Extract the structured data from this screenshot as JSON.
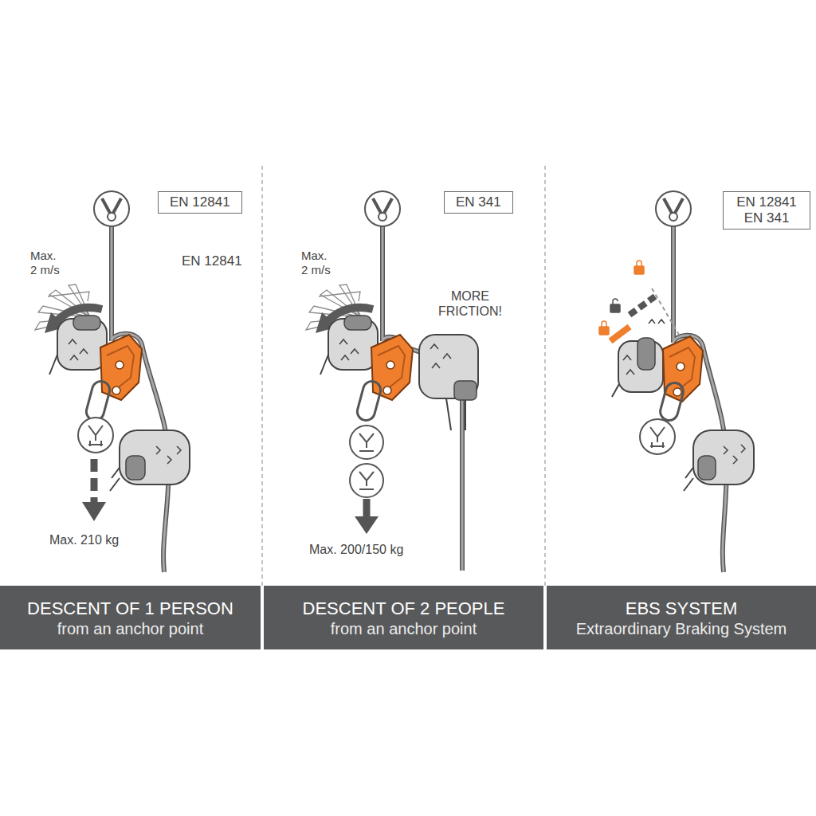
{
  "diagram": {
    "nodes": [
      {
        "text": [
          "EN 12841"
        ]
      },
      {
        "text": [
          "EN 341"
        ]
      },
      {
        "text": [
          "EN 12841 EN 341"
        ]
      },
      {
        "text": [
          "DESCENT OF 1 PERSON",
          "from an anchor point"
        ]
      },
      {
        "text": [
          "DESCENT OF 2 PEOPLE",
          "from an anchor point"
        ]
      },
      {
        "text": [
          "EBS SYSTEM",
          "Extraordinary Braking System"
        ]
      }
    ],
    "labels": [
      "Max. 2 m/s",
      "EN 12841",
      "Max. 210 kg",
      "Max. 2 m/s",
      "MORE FRICTION!",
      "Max. 200/150 kg"
    ]
  }
}
